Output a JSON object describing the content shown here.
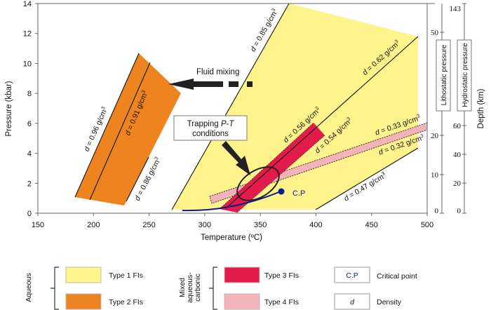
{
  "chart_data": {
    "type": "diagram",
    "xlabel": "Temperature (ºC)",
    "ylabel": "Pressure (kbar)",
    "xlim": [
      150,
      500
    ],
    "ylim": [
      0,
      14
    ],
    "x_ticks": [
      "150",
      "200",
      "250",
      "300",
      "350",
      "400",
      "450",
      "500"
    ],
    "y_ticks": [
      "0",
      "2",
      "4",
      "6",
      "8",
      "10",
      "12",
      "14"
    ],
    "right_axes": {
      "lithostatic": {
        "label": "Lithostatic pressure",
        "ticks": [
          "0",
          "10",
          "20",
          "50"
        ]
      },
      "hydrostatic": {
        "label": "Hydrostatic pressure",
        "ticks": [
          "0",
          "20",
          "40",
          "60",
          "143"
        ]
      },
      "depth_label": "Depth (km)"
    },
    "density_lines": [
      {
        "symbol": "d",
        "text": " = 0.96 g/cm",
        "sup": "3"
      },
      {
        "symbol": "d",
        "text": " = 0.91 g/cm",
        "sup": "3"
      },
      {
        "symbol": "d",
        "text": " = 0.86 g/cm",
        "sup": "3"
      },
      {
        "symbol": "d",
        "text": " = 0.85 g/cm",
        "sup": "3"
      },
      {
        "symbol": "d",
        "text": " = 0.62 g/cm",
        "sup": "3"
      },
      {
        "symbol": "d",
        "text": " = 0.56 g/cm",
        "sup": "3"
      },
      {
        "symbol": "d",
        "text": " = 0.54 g/cm",
        "sup": "3"
      },
      {
        "symbol": "d",
        "text": " = 0.33 g/cm",
        "sup": "3"
      },
      {
        "symbol": "d",
        "text": " = 0.32 g/cm",
        "sup": "3"
      },
      {
        "symbol": "d",
        "text": " = 0.47 g/cm",
        "sup": "3"
      }
    ],
    "annotations": {
      "fluid_mixing": "Fluid mixing",
      "trapping_line1": "Trapping ",
      "trapping_italic": "P-T",
      "trapping_line2": "conditions",
      "critical_point": "C.P"
    }
  },
  "colors": {
    "type1": "#fff48c",
    "type2": "#ee8420",
    "type3": "#e31b4a",
    "type4": "#f4b3b8",
    "cp": "#0a1a8c"
  },
  "legend": {
    "group_aqueous": "Aqueous",
    "group_mixed": [
      "Mixed",
      "aqueous-",
      "carbonic"
    ],
    "type1": "Type 1 FIs",
    "type2": "Type 2 FIs",
    "type3": "Type 3 FIs",
    "type4": "Type 4 FIs",
    "cp_symbol": "C.P",
    "cp_label": "Critical point",
    "d_symbol": "d",
    "d_label": "Density"
  }
}
